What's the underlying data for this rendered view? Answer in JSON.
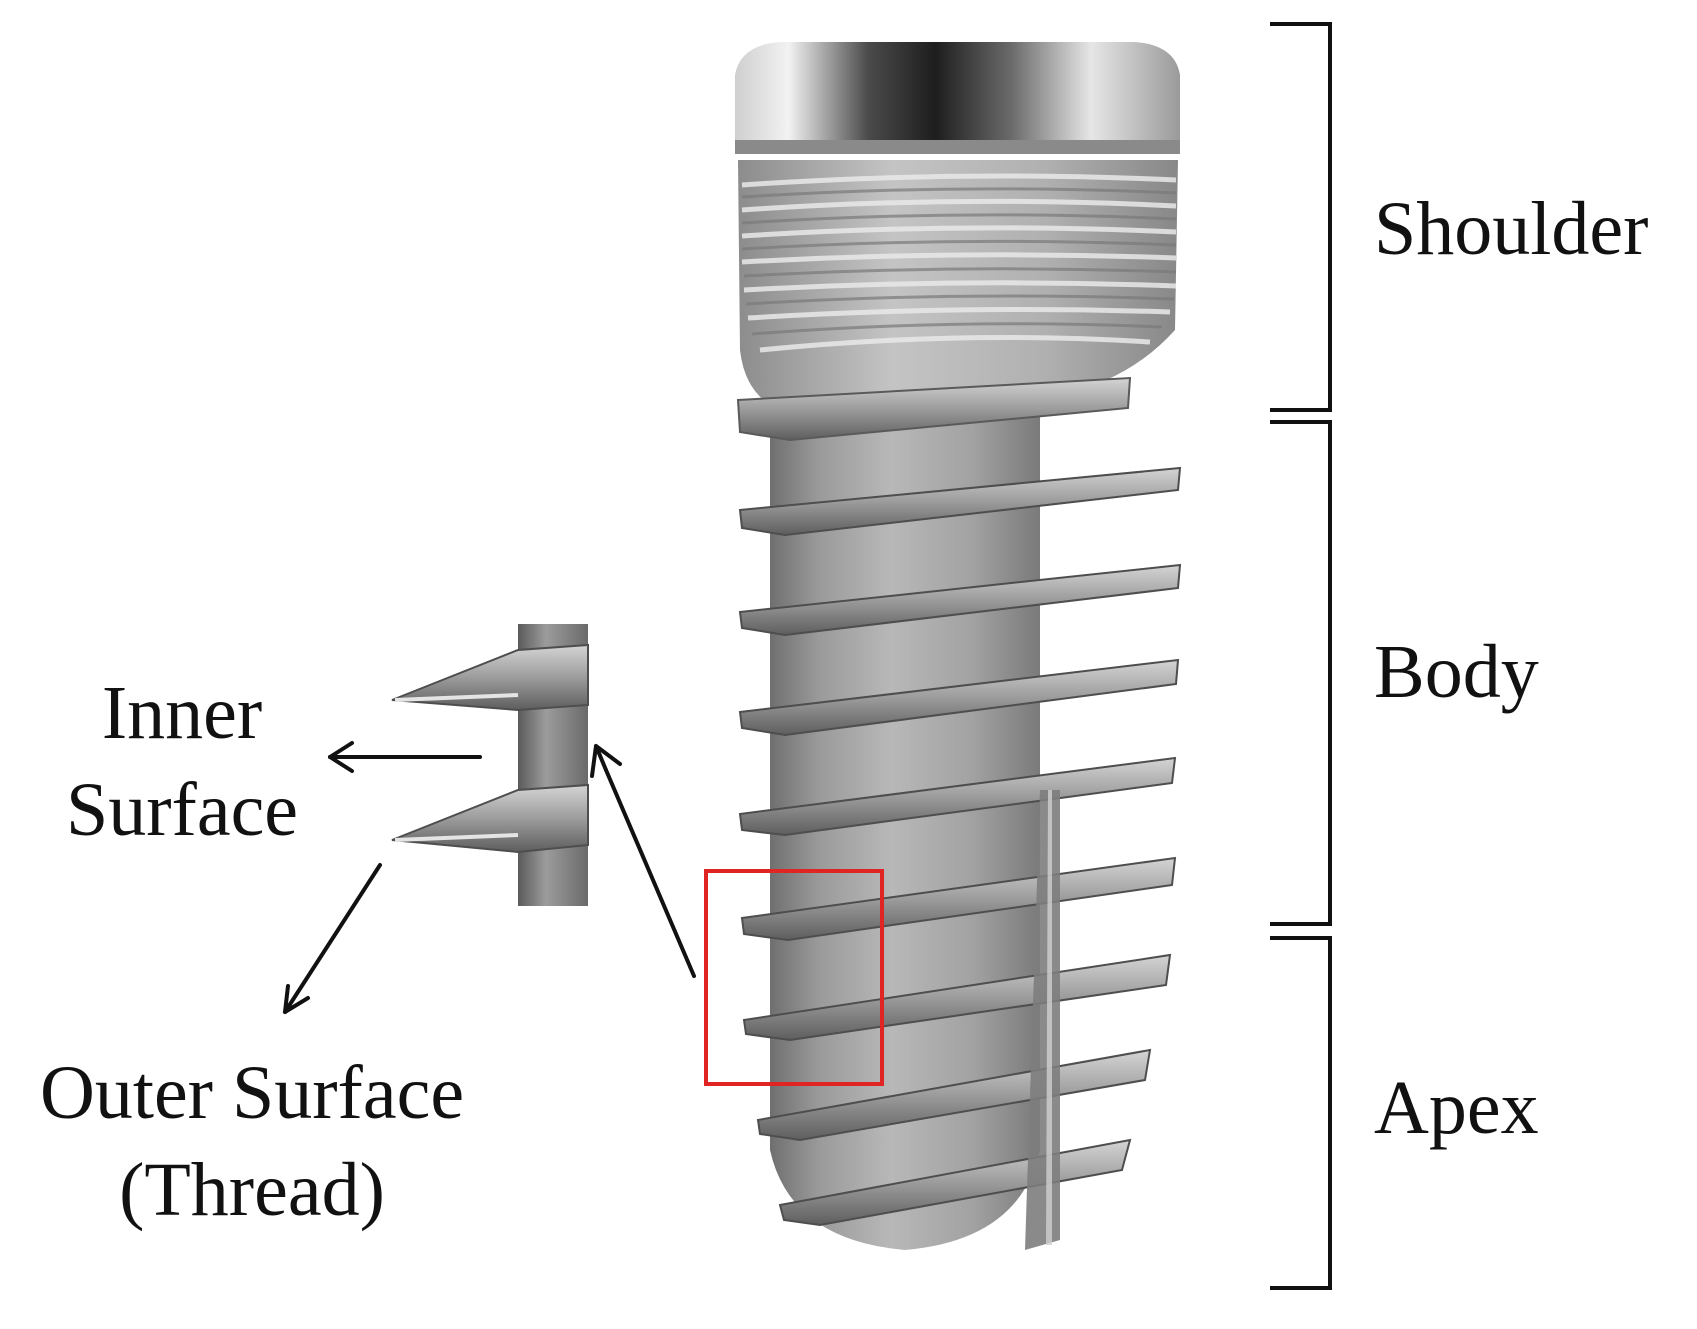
{
  "labels": {
    "shoulder": "Shoulder",
    "body": "Body",
    "apex": "Apex",
    "inner_line1": "Inner",
    "inner_line2": "Surface",
    "outer_line1": "Outer Surface",
    "outer_line2": "(Thread)"
  },
  "colors": {
    "text": "#111111",
    "bracket": "#111111",
    "arrow": "#111111",
    "highlight_box": "#e02424",
    "implant_metal": "#a8a8a8",
    "implant_shadow": "#6e6e6e",
    "collar_dark": "#3a3a3a",
    "collar_light": "#d8d8d8"
  }
}
